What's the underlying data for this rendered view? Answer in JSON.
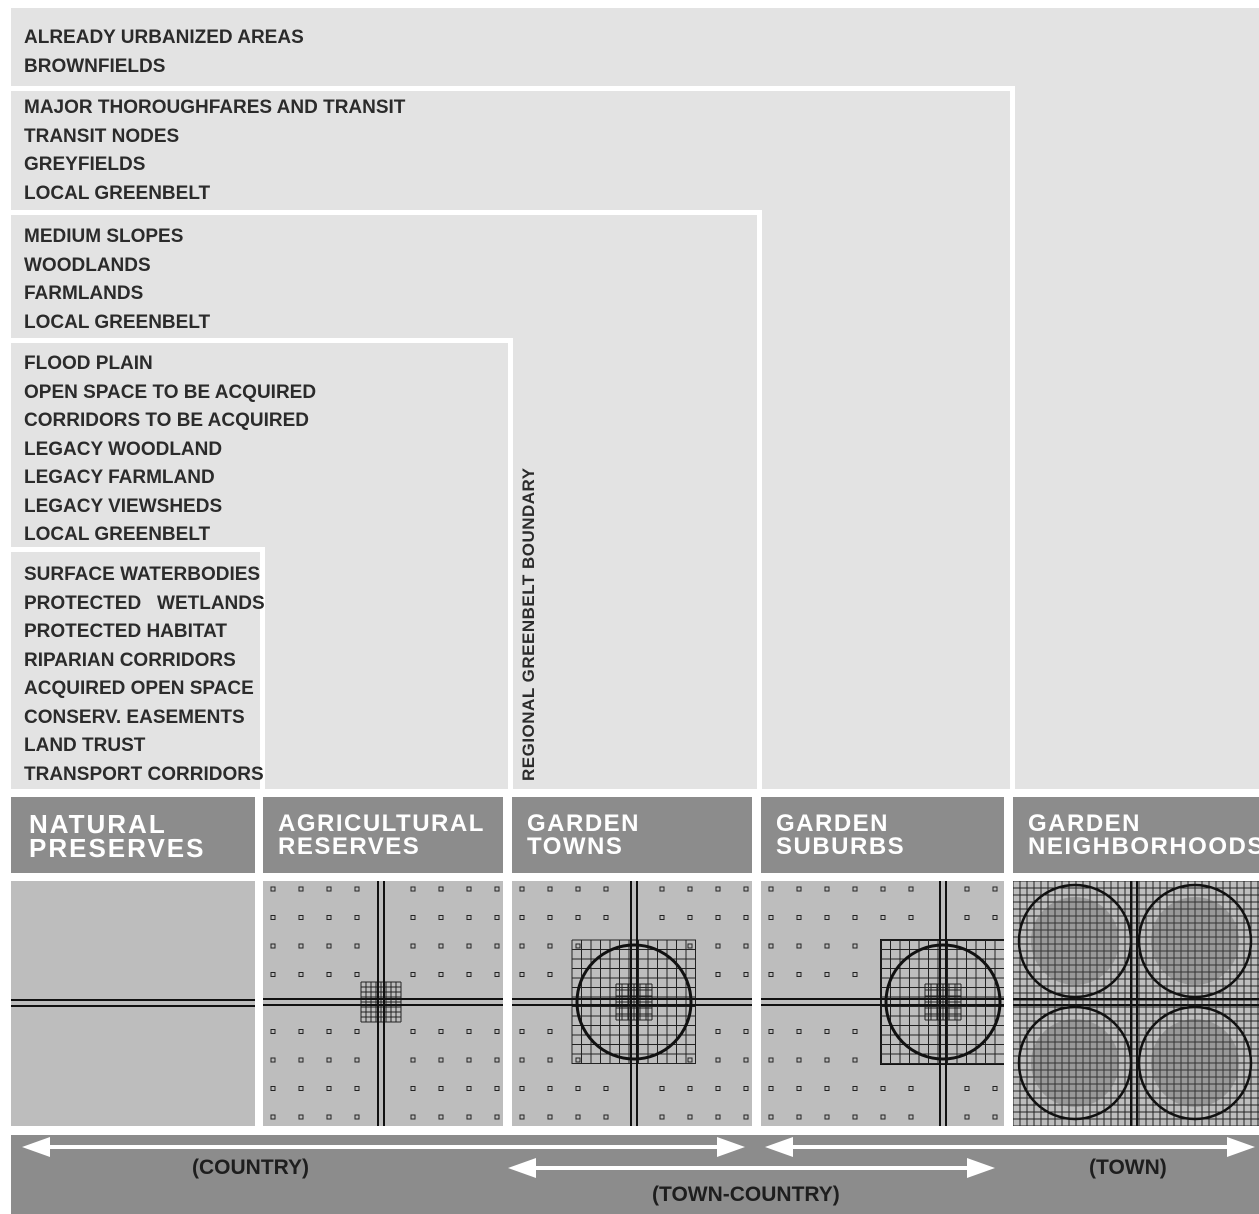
{
  "zones": [
    {
      "items": [
        "ALREADY URBANIZED AREAS",
        "BROWNFIELDS"
      ]
    },
    {
      "items": [
        "MAJOR THOROUGHFARES AND TRANSIT",
        "TRANSIT NODES",
        "GREYFIELDS",
        "LOCAL GREENBELT"
      ]
    },
    {
      "items": [
        "MEDIUM SLOPES",
        "WOODLANDS",
        "FARMLANDS",
        "LOCAL GREENBELT"
      ]
    },
    {
      "items": [
        "FLOOD PLAIN",
        "OPEN SPACE TO BE ACQUIRED",
        "CORRIDORS TO BE ACQUIRED",
        "LEGACY WOODLAND",
        "LEGACY FARMLAND",
        "LEGACY VIEWSHEDS",
        "LOCAL GREENBELT"
      ]
    },
    {
      "items": [
        "SURFACE WATERBODIES",
        "PROTECTED   WETLANDS",
        "PROTECTED HABITAT",
        "RIPARIAN CORRIDORS",
        "ACQUIRED OPEN SPACE",
        "CONSERV. EASEMENTS",
        "LAND TRUST",
        "TRANSPORT CORRIDORS"
      ]
    }
  ],
  "boundary_label": "REGIONAL GREENBELT BOUNDARY",
  "categories": [
    {
      "label": "NATURAL\nPRESERVES"
    },
    {
      "label": "AGRICULTURAL\nRESERVES"
    },
    {
      "label": "GARDEN\nTOWNS"
    },
    {
      "label": "GARDEN\nSUBURBS"
    },
    {
      "label": "GARDEN\nNEIGHBORHOODS"
    }
  ],
  "scale": {
    "country": "(COUNTRY)",
    "town_country": "(TOWN-COUNTRY)",
    "town": "(TOWN)"
  },
  "colors": {
    "zone_fill": "#e3e3e3",
    "header_fill": "#8c8c8c",
    "panel_fill": "#bdbdbd",
    "text_dark": "#2b2b2b"
  }
}
